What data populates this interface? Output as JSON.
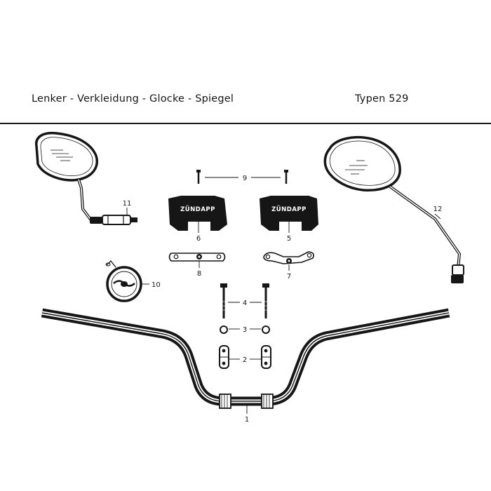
{
  "header": {
    "title": "Lenker - Verkleidung - Glocke - Spiegel",
    "types": "Typen  529"
  },
  "parts": {
    "p1": "1",
    "p2": "2",
    "p3": "3",
    "p4": "4",
    "p5": "5",
    "p6": "6",
    "p7": "7",
    "p8": "8",
    "p9": "9",
    "p10": "10",
    "p11": "11",
    "p12": "12"
  },
  "brand": {
    "cover_left": "ZÜNDAPP",
    "cover_right": "ZÜNDAPP"
  },
  "colors": {
    "ink": "#161616",
    "paper": "#ffffff"
  }
}
